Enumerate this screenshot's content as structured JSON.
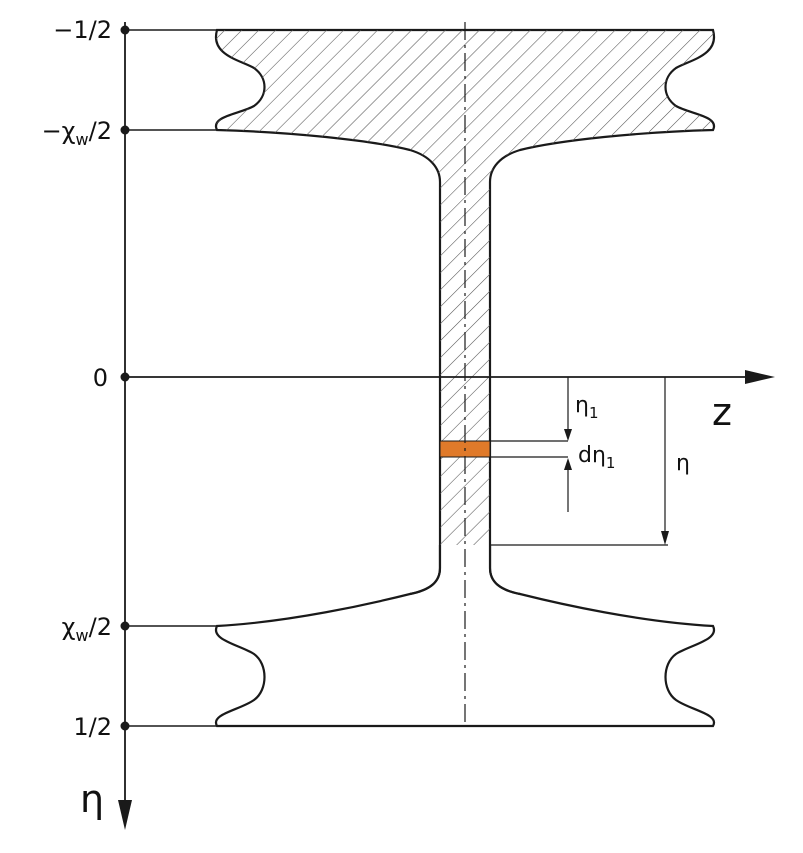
{
  "diagram": {
    "axis_labels": {
      "z": "z",
      "eta": "η"
    },
    "ticks": [
      {
        "id": "top",
        "text": "−1/2"
      },
      {
        "id": "neg_xw",
        "text": "−χw/2",
        "main": "−χ",
        "sub": "w",
        "tail": "/2"
      },
      {
        "id": "zero",
        "text": "0"
      },
      {
        "id": "pos_xw",
        "text": "χw/2",
        "main": "χ",
        "sub": "w",
        "tail": "/2"
      },
      {
        "id": "bottom",
        "text": "1/2"
      }
    ],
    "dimensions": {
      "eta1": {
        "main": "η",
        "sub": "1"
      },
      "d_eta1": {
        "main": "dη",
        "sub": "1"
      },
      "eta": {
        "main": "η"
      }
    },
    "colors": {
      "line": "#1a1a1a",
      "hatch": "#555555",
      "strip": "#e07a2a",
      "background": "#ffffff"
    }
  }
}
